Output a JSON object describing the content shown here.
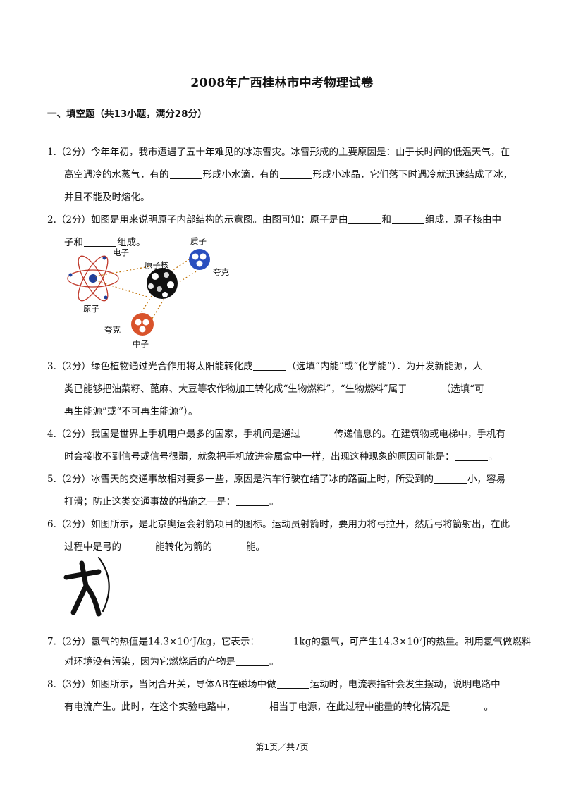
{
  "title": "2008年广西桂林市中考物理试卷",
  "section_heading": "一、填空题（共13小题，满分28分）",
  "q1": {
    "line1": "1.（2分）今年年初，我市遭遇了五十年难见的冰冻雪灾。冰雪形成的主要原因是：由于长时间的低温天气，在",
    "line2a": "高空遇冷的水蒸气，有的",
    "line2b": "形成小水滴，有的",
    "line2c": "形成小冰晶，它们落下时遇冷就迅速结成了冰，",
    "line3": "并且不能及时熔化。"
  },
  "q2": {
    "line1a": "2.（2分）如图是用来说明原子内部结构的示意图。由图可知：原子是由",
    "line1b": "和",
    "line1c": "组成，原子核由中",
    "line2a": "子和",
    "line2b": "组成。",
    "figure_labels": {
      "electron": "电子",
      "atom": "原子",
      "nucleus": "原子核",
      "proton": "质子",
      "quark_right": "夸克",
      "quark_left": "夸克",
      "neutron": "中子"
    }
  },
  "q3": {
    "line1a": "3.（2分）绿色植物通过光合作用将太阳能转化成",
    "line1b": "（选填“内能”或“化学能”）．为开发新能源，人",
    "line2a": "类已能够把油菜籽、蓖麻、大豆等农作物加工转化成“生物燃料”，“生物燃料”属于",
    "line2b": "（选填“可",
    "line3": "再生能源”或“不可再生能源”）。"
  },
  "q4": {
    "line1a": "4.（2分）我国是世界上手机用户最多的国家，手机间是通过",
    "line1b": "传递信息的。在建筑物或电梯中，手机有",
    "line2a": "时会接收不到信号或信号很弱，就象把手机放进金属盒中一样，出现这种现象的原因可能是：",
    "line2b": "。"
  },
  "q5": {
    "line1a": "5.（2分）冰雪天的交通事故相对要多一些，原因是汽车行驶在结了冰的路面上时，所受到的",
    "line1b": "小，容易",
    "line2a": "打滑；防止这类交通事故的措施之一是：",
    "line2b": "。"
  },
  "q6": {
    "line1": "6.（2分）如图所示，是北京奥运会射箭项目的图标。运动员射箭时，要用力将弓拉开，然后弓将箭射出，在此",
    "line2a": "过程中是弓的",
    "line2b": "能转化为箭的",
    "line2c": "能。"
  },
  "q7": {
    "line1a": "7.（2分）氢气的热值是14.3×10",
    "sup1": "7",
    "line1b": "J/kg，它表示：",
    "line1c": "1kg的氢气，可产生14.3×10",
    "sup2": "7",
    "line1d": "J的热量。利用氢气做燃料",
    "line2a": "对环境没有污染，因为它燃烧后的产物是",
    "line2b": "。"
  },
  "q8": {
    "line1a": "8.（3分）如图所示，当闭合开关，导体AB在磁场中做",
    "line1b": "运动时，电流表指针会发生摆动，说明电路中",
    "line2a": "有电流产生。此时，在这个实验电路中，",
    "line2b": "相当于电源，在此过程中能量的转化情况是",
    "line2c": "。"
  },
  "footer": "第1页／共7页"
}
